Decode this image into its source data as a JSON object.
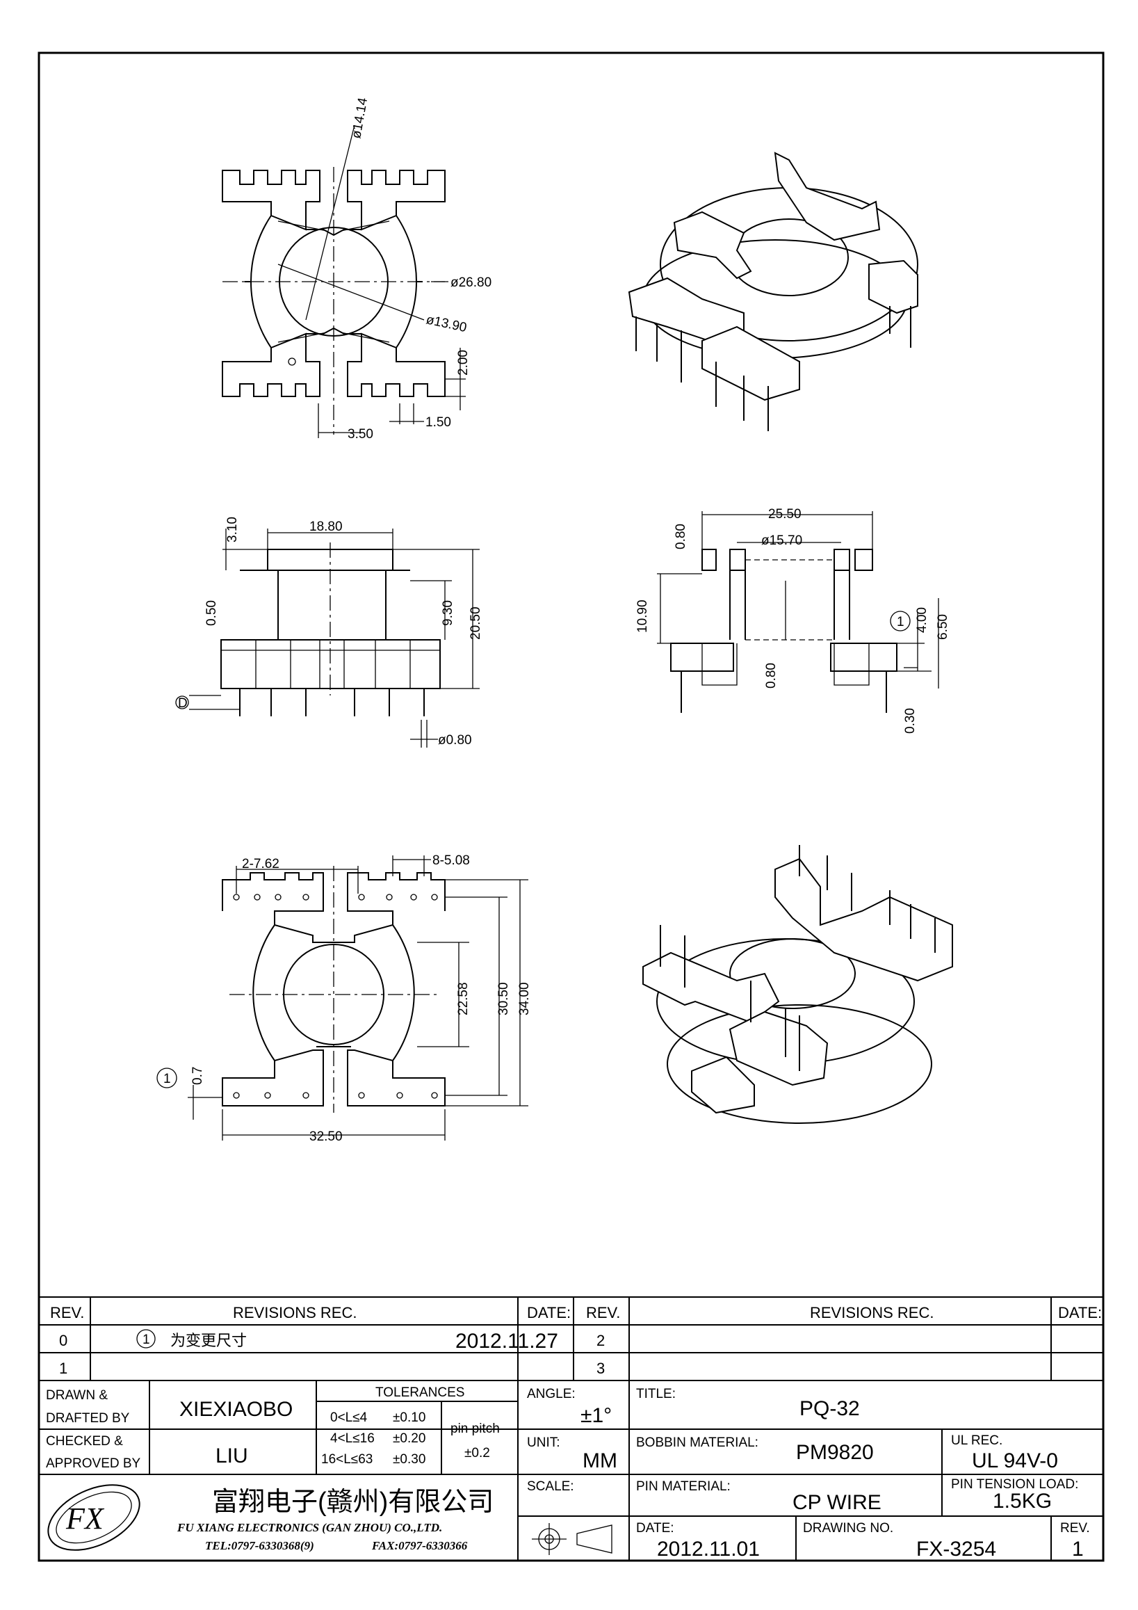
{
  "drawing": {
    "top_view": {
      "dims": [
        "ø14.14",
        "ø26.80",
        "ø13.90",
        "2.00",
        "3.50",
        "1.50"
      ]
    },
    "front_view": {
      "dims": [
        "18.80",
        "3.10",
        "0.50",
        "9.30",
        "20.50",
        "ø0.80"
      ],
      "datum": "D"
    },
    "side_view": {
      "dims": [
        "25.50",
        "ø15.70",
        "0.80",
        "10.90",
        "4.00",
        "6.50",
        "0.80",
        "0.30"
      ],
      "revision_marker": "1"
    },
    "bottom_view": {
      "dims": [
        "2-7.62",
        "8-5.08",
        "22.58",
        "30.50",
        "34.00",
        "0.7",
        "32.50"
      ],
      "revision_marker": "1"
    }
  },
  "revisions_left": {
    "headers": {
      "rev": "REV.",
      "revisions": "REVISIONS   REC.",
      "date": "DATE:"
    },
    "rows": [
      {
        "rev": "0",
        "marker": "1",
        "text": "为变更尺寸",
        "date": "2012.11.27"
      },
      {
        "rev": "1",
        "marker": "",
        "text": "",
        "date": ""
      }
    ]
  },
  "revisions_right": {
    "headers": {
      "rev": "REV.",
      "revisions": "REVISIONS   REC.",
      "date": "DATE:"
    },
    "rows": [
      {
        "rev": "2",
        "text": "",
        "date": ""
      },
      {
        "rev": "3",
        "text": "",
        "date": ""
      }
    ]
  },
  "title_block": {
    "drawn_label_1": "DRAWN  &",
    "drawn_label_2": "DRAFTED  BY",
    "drawn_by": "XIEXIAOBO",
    "checked_label_1": "CHECKED  &",
    "checked_label_2": "APPROVED  BY",
    "checked_by": "LIU",
    "tolerances_label": "TOLERANCES",
    "tolerance_rows": [
      {
        "range": "0<L≤4",
        "tol": "±0.10"
      },
      {
        "range": "4<L≤16",
        "tol": "±0.20"
      },
      {
        "range": "16<L≤63",
        "tol": "±0.30"
      }
    ],
    "pin_pitch_label": "pin  pitch",
    "pin_pitch_value": "±0.2",
    "angle_label": "ANGLE:",
    "angle_value": "±1°",
    "unit_label": "UNIT:",
    "unit_value": "MM",
    "scale_label": "SCALE:",
    "title_label": "TITLE:",
    "title_value": "PQ-32",
    "bobbin_material_label": "BOBBIN  MATERIAL:",
    "bobbin_material_value": "PM9820",
    "ul_rec_label": "UL  REC.",
    "ul_rec_value": "UL  94V-0",
    "pin_material_label": "PIN  MATERIAL:",
    "pin_material_value": "CP  WIRE",
    "pin_tension_label": "PIN  TENSION  LOAD:",
    "pin_tension_value": "1.5KG",
    "date_label": "DATE:",
    "date_value": "2012.11.01",
    "drawing_no_label": "DRAWING  NO.",
    "drawing_no_value": "FX-3254",
    "rev_label": "REV.",
    "rev_value": "1"
  },
  "company": {
    "logo_text": "FX",
    "name_cn": "富翔电子(赣州)有限公司",
    "name_en": "FU  XIANG  ELECTRONICS  (GAN  ZHOU)  CO.,LTD.",
    "tel": "TEL:0797-6330368(9)",
    "fax": "FAX:0797-6330366"
  }
}
